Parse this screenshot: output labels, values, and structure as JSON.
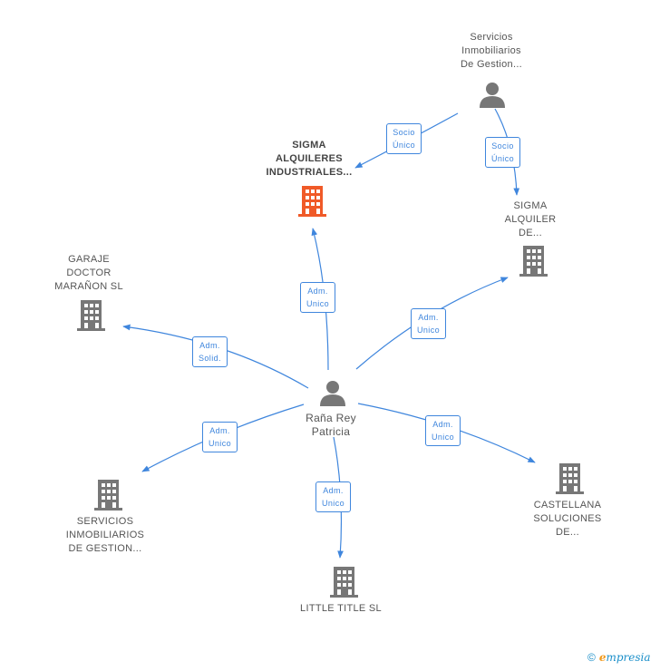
{
  "nodes": {
    "center": {
      "name": "Raña Rey\nPatricia",
      "kind": "person"
    },
    "sigma_alquileres": {
      "name": "SIGMA\nALQUILERES\nINDUSTRIALES...",
      "kind": "company-focus"
    },
    "servicios_top": {
      "name": "Servicios\nInmobiliarios\nDe Gestion...",
      "kind": "person"
    },
    "sigma_alquiler": {
      "name": "SIGMA\nALQUILER\nDE...",
      "kind": "company"
    },
    "garaje": {
      "name": "GARAJE\nDOCTOR\nMARAÑON SL",
      "kind": "company"
    },
    "servicios_bottom": {
      "name": "SERVICIOS\nINMOBILIARIOS\nDE GESTION...",
      "kind": "company"
    },
    "castellana": {
      "name": "CASTELLANA\nSOLUCIONES\nDE...",
      "kind": "company"
    },
    "little_title": {
      "name": "LITTLE TITLE SL",
      "kind": "company"
    }
  },
  "edges": {
    "e1": "Socio\nÚnico",
    "e2": "Socio\nÚnico",
    "e3": "Adm.\nUnico",
    "e4": "Adm.\nUnico",
    "e5": "Adm.\nSolid.",
    "e6": "Adm.\nUnico",
    "e7": "Adm.\nUnico",
    "e8": "Adm.\nUnico"
  },
  "colors": {
    "edge": "#3f86dd",
    "icon": "#777777",
    "focus_icon": "#f05a28"
  },
  "footer": {
    "copyright": "©",
    "brand_initial": "e",
    "brand_rest": "mpresia"
  }
}
